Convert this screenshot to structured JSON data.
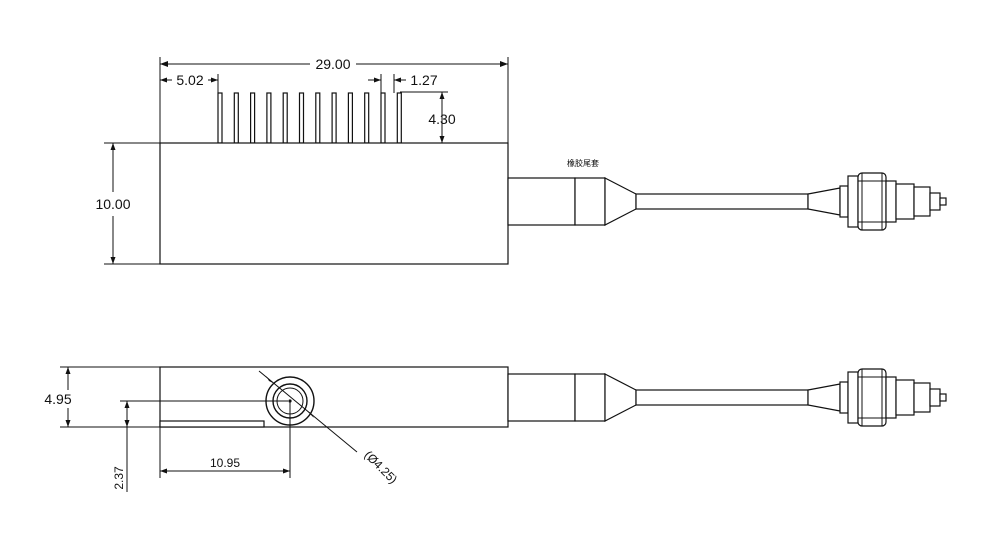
{
  "top_view": {
    "dim_total_width": "29.00",
    "dim_pin_offset": "5.02",
    "dim_pin_pitch": "1.27",
    "dim_pin_height": "4.30",
    "dim_body_height": "10.00",
    "boot_label": "橡胶尾套"
  },
  "side_view": {
    "dim_body_height": "4.95",
    "dim_center_height": "2.37",
    "dim_center_offset": "10.95",
    "dim_hole_diameter": "(Ø4.25)"
  }
}
